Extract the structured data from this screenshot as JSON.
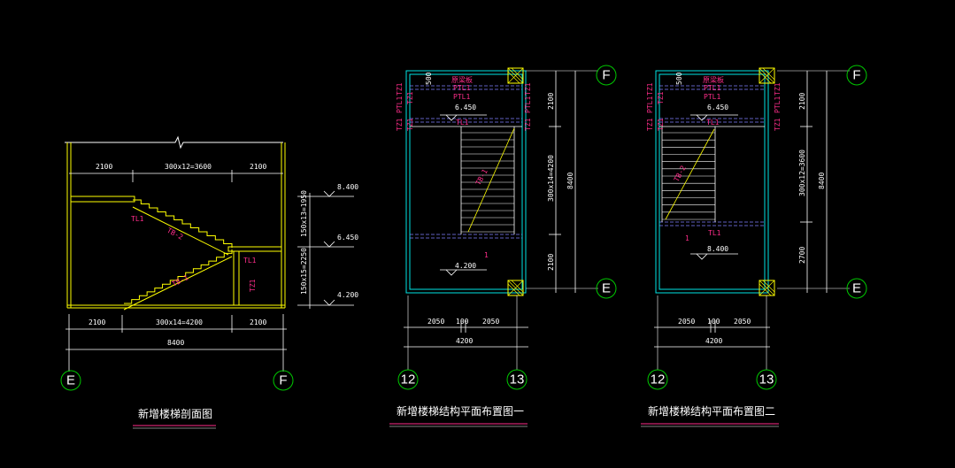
{
  "colors": {
    "background": "#000000",
    "wall": "#00e5e5",
    "dimension": "#ffffff",
    "structure": "#ffff00",
    "label": "#ff2d8a",
    "grid_bubble": "#00c800",
    "dim_line": "#8080ff",
    "title_underline": "#ff2d8a"
  },
  "section": {
    "title": "新增楼梯剖面图",
    "dims_top": [
      "2100",
      "300x12=3600",
      "2100"
    ],
    "dims_bottom": [
      "2100",
      "300x14=4200",
      "2100"
    ],
    "dim_total": "8400",
    "level_labels": [
      "8.400",
      "6.450",
      "4.200"
    ],
    "vertical_dims": [
      "150x13=1950",
      "150x15=2250"
    ],
    "labels": [
      "TL1",
      "TB-2",
      "TL1",
      "TZ1",
      "TB-1"
    ],
    "grid": [
      "E",
      "F"
    ]
  },
  "plan1": {
    "title": "新增楼梯结构平面布置图一",
    "grid_bottom": [
      "12",
      "13"
    ],
    "grid_right": [
      "F",
      "E"
    ],
    "dims_bottom": [
      "2050",
      "100",
      "2050"
    ],
    "dim_total": "4200",
    "dims_right": [
      "2100",
      "300x14=4200",
      "2100"
    ],
    "dim_right_total": "8400",
    "labels": [
      "TZ1",
      "PTL1",
      "TZ1",
      "PTL1",
      "TZ1",
      "PTL1",
      "TZ1",
      "PTL1",
      "TZ1",
      "TZ1",
      "TL1",
      "TB-1",
      "1"
    ],
    "top_label": "原梁板",
    "dim_500": "500",
    "level_top": "6.450",
    "level_bottom": "4.200"
  },
  "plan2": {
    "title": "新增楼梯结构平面布置图二",
    "grid_bottom": [
      "12",
      "13"
    ],
    "grid_right": [
      "F",
      "E"
    ],
    "dims_bottom": [
      "2050",
      "100",
      "2050"
    ],
    "dim_total": "4200",
    "dims_right": [
      "2100",
      "300x12=3600",
      "2700"
    ],
    "dim_right_total": "8400",
    "labels": [
      "TZ1",
      "PTL1",
      "TZ1",
      "PTL1",
      "TZ1",
      "PTL1",
      "TZ1",
      "PTL1",
      "TZ1",
      "TZ1",
      "TL1",
      "TB-2",
      "TL1",
      "1"
    ],
    "top_label": "原梁板",
    "dim_500": "500",
    "level_top": "6.450",
    "level_bottom": "8.400"
  }
}
